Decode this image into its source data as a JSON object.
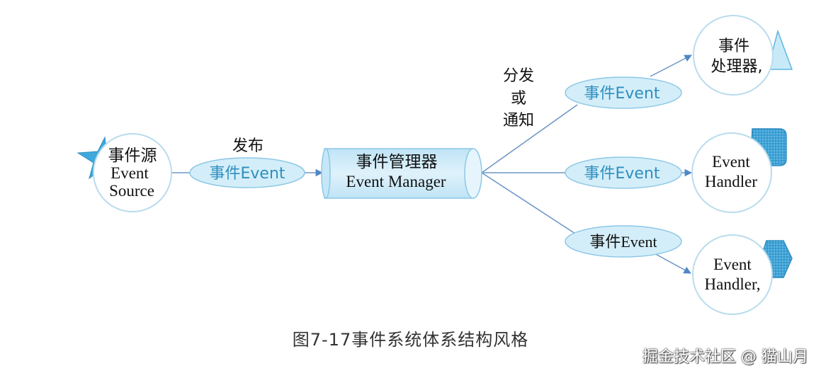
{
  "colors": {
    "accent": "#4aa7d3",
    "light_fill": "#d4eef9",
    "stroke": "#6fb9dc",
    "arrow": "#6b95c5",
    "circle_stroke": "#b9dcee",
    "text_dark": "#111111",
    "event_text": "#2e8fbf"
  },
  "source": {
    "line1": "事件源",
    "line2": "Event",
    "line3": "Source"
  },
  "publish_label": "发布",
  "event_publish": "事件Event",
  "manager": {
    "line1": "事件管理器",
    "line2": "Event Manager"
  },
  "dispatch_label": {
    "line1": "分发",
    "line2": "或",
    "line3": "通知"
  },
  "events": [
    {
      "label": "事件Event"
    },
    {
      "label": "事件Event"
    },
    {
      "label": "事件Event"
    }
  ],
  "handlers": [
    {
      "line1": "事件",
      "line2": "处理器,"
    },
    {
      "line1": "Event",
      "line2": "Handler"
    },
    {
      "line1": "Event",
      "line2": "Handler,"
    }
  ],
  "caption": "图7-17事件系统体系结构风格",
  "watermark": "掘金技术社区 @ 猫山月"
}
